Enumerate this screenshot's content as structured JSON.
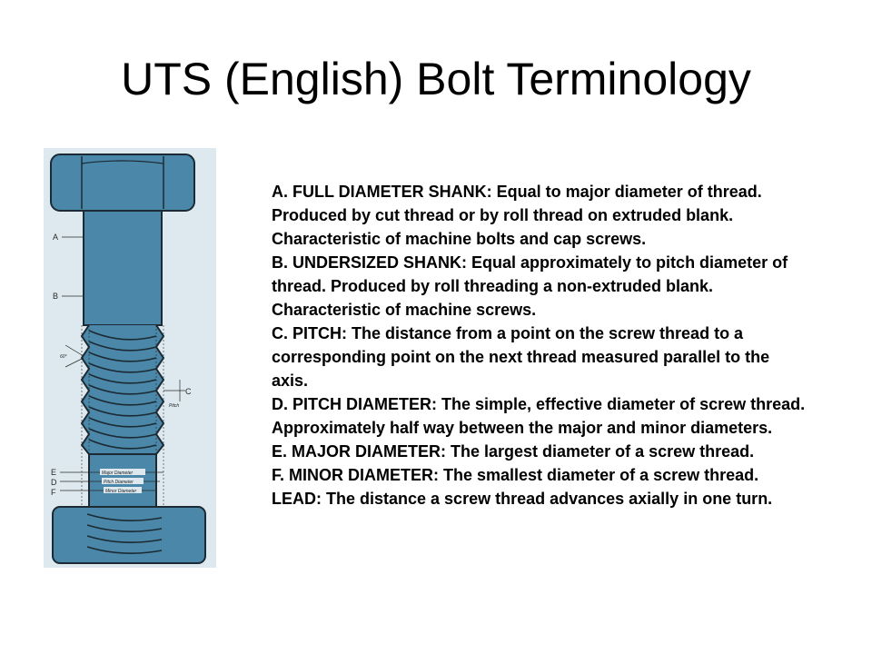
{
  "title": "UTS (English) Bolt Terminology",
  "diagram": {
    "labels": {
      "a": "A",
      "b": "B",
      "c": "C",
      "e": "E",
      "d": "D",
      "f": "F",
      "angle": "60°",
      "pitch": "Pitch",
      "major_diameter": "Major Diameter",
      "pitch_diameter": "Pitch Diameter",
      "minor_diameter": "Minor Diameter"
    },
    "colors": {
      "bolt_fill": "#4b87a8",
      "bolt_outline": "#1b2a33",
      "background": "#dde9ef"
    }
  },
  "definitions": [
    {
      "term": "A. FULL DIAMETER SHANK:",
      "text": "  Equal to major diameter of thread. Produced by cut thread or by roll thread on extruded blank. Characteristic of machine bolts and cap screws."
    },
    {
      "term": "B. UNDERSIZED SHANK:",
      "text": "  Equal approximately to pitch diameter of thread. Produced by roll threading a non-extruded blank. Characteristic of machine screws."
    },
    {
      "term": "C. PITCH:",
      "text": "  The distance from a point on the screw thread to a corresponding point on the next thread measured parallel to the axis."
    },
    {
      "term": "D. PITCH DIAMETER:",
      "text": " The simple, effective diameter of screw thread. Approximately half way between the major and minor diameters."
    },
    {
      "term": "E. MAJOR DIAMETER:",
      "text": " The largest diameter of a screw thread."
    },
    {
      "term": "F. MINOR DIAMETER:",
      "text": " The smallest diameter of a screw thread."
    },
    {
      "term": "LEAD:",
      "text": " The distance a screw thread advances axially in one turn."
    }
  ]
}
